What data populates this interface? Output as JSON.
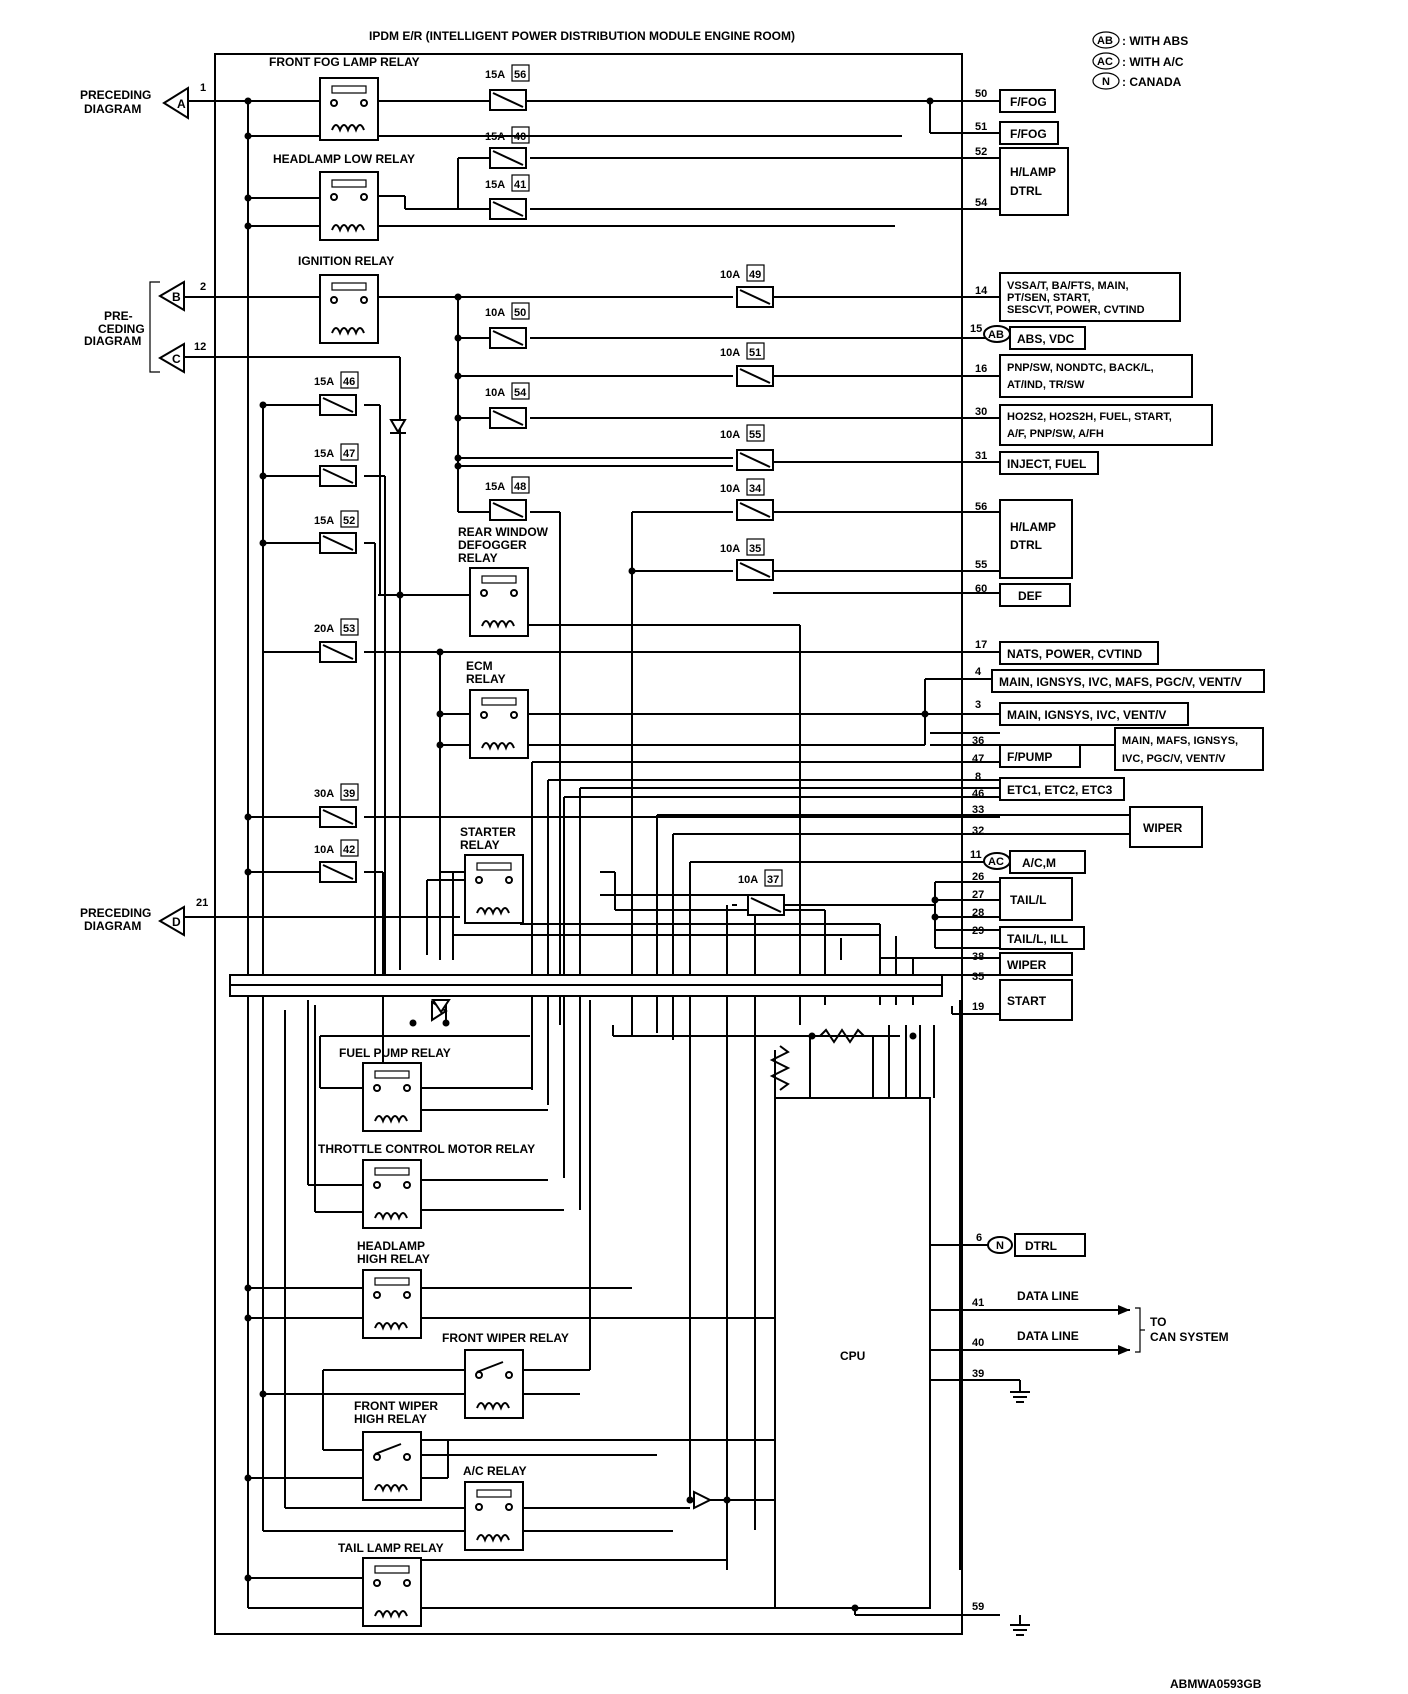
{
  "title": "IPDM E/R (INTELLIGENT POWER DISTRIBUTION MODULE ENGINE ROOM)",
  "legend": [
    {
      "code": "AB",
      "text": ": WITH ABS"
    },
    {
      "code": "AC",
      "text": ": WITH A/C"
    },
    {
      "code": "N",
      "text": ": CANADA"
    }
  ],
  "inputs": [
    {
      "label": "PRECEDING DIAGRAM",
      "line1": "PRECEDING",
      "line2": "DIAGRAM",
      "connector": "A",
      "pin": "1"
    },
    {
      "label": "PRE-CEDING DIAGRAM",
      "line1": "PRE-",
      "line2": "CEDING",
      "line3": "DIAGRAM",
      "connector_b": "B",
      "pin_b": "2",
      "connector_c": "C",
      "pin_c": "12"
    },
    {
      "label": "PRECEDING DIAGRAM",
      "line1": "PRECEDING",
      "line2": "DIAGRAM",
      "connector": "D",
      "pin": "21"
    }
  ],
  "relays": {
    "front_fog": "FRONT FOG LAMP RELAY",
    "headlamp_low": "HEADLAMP LOW RELAY",
    "ignition": "IGNITION RELAY",
    "rear_defogger": [
      "REAR WINDOW",
      "DEFOGGER",
      "RELAY"
    ],
    "ecm": [
      "ECM",
      "RELAY"
    ],
    "starter": [
      "STARTER",
      "RELAY"
    ],
    "fuel_pump": "FUEL PUMP RELAY",
    "throttle": "THROTTLE CONTROL MOTOR RELAY",
    "headlamp_high": [
      "HEADLAMP",
      "HIGH RELAY"
    ],
    "front_wiper": "FRONT WIPER RELAY",
    "front_wiper_high": [
      "FRONT WIPER",
      "HIGH RELAY"
    ],
    "ac": "A/C RELAY",
    "tail_lamp": "TAIL LAMP RELAY"
  },
  "fuses": [
    {
      "amp": "15A",
      "num": "56"
    },
    {
      "amp": "15A",
      "num": "40"
    },
    {
      "amp": "15A",
      "num": "41"
    },
    {
      "amp": "10A",
      "num": "49"
    },
    {
      "amp": "10A",
      "num": "50"
    },
    {
      "amp": "10A",
      "num": "51"
    },
    {
      "amp": "10A",
      "num": "54"
    },
    {
      "amp": "10A",
      "num": "55"
    },
    {
      "amp": "15A",
      "num": "48"
    },
    {
      "amp": "10A",
      "num": "34"
    },
    {
      "amp": "10A",
      "num": "35"
    },
    {
      "amp": "15A",
      "num": "46"
    },
    {
      "amp": "15A",
      "num": "47"
    },
    {
      "amp": "15A",
      "num": "52"
    },
    {
      "amp": "20A",
      "num": "53"
    },
    {
      "amp": "30A",
      "num": "39"
    },
    {
      "amp": "10A",
      "num": "42"
    },
    {
      "amp": "10A",
      "num": "37"
    }
  ],
  "outputs": {
    "p50": "50",
    "ffog1": "F/FOG",
    "p51": "51",
    "ffog2": "F/FOG",
    "p52": "52",
    "p54": "54",
    "hlamp1_a": "H/LAMP",
    "hlamp1_b": "DTRL",
    "p14": "14",
    "vssa_1": "VSSA/T, BA/FTS, MAIN,",
    "vssa_2": "PT/SEN, START,",
    "vssa_3": "SESCVT, POWER, CVTIND",
    "p15": "15",
    "abs_code": "AB",
    "abs": "ABS, VDC",
    "p16": "16",
    "pnp_1": "PNP/SW, NONDTC, BACK/L,",
    "pnp_2": "AT/IND, TR/SW",
    "p30": "30",
    "ho2_1": "HO2S2, HO2S2H, FUEL, START,",
    "ho2_2": "A/F, PNP/SW, A/FH",
    "p31": "31",
    "inject": "INJECT, FUEL",
    "p56": "56",
    "p55": "55",
    "hlamp2_a": "H/LAMP",
    "hlamp2_b": "DTRL",
    "p60": "60",
    "def": "DEF",
    "p17": "17",
    "nats": "NATS, POWER, CVTIND",
    "p4": "4",
    "main1": "MAIN, IGNSYS, IVC, MAFS, PGC/V, VENT/V",
    "p3": "3",
    "main2": "MAIN, IGNSYS, IVC, VENT/V",
    "p36": "36",
    "main3_a": "MAIN, MAFS, IGNSYS,",
    "main3_b": "IVC, PGC/V, VENT/V",
    "p47": "47",
    "fpump": "F/PUMP",
    "p8": "8",
    "p46": "46",
    "etc": "ETC1, ETC2, ETC3",
    "p33": "33",
    "p32": "32",
    "wiper1": "WIPER",
    "p11": "11",
    "ac_code": "AC",
    "acm": "A/C,M",
    "p26": "26",
    "p27": "27",
    "p28": "28",
    "tail1": "TAIL/L",
    "p29": "29",
    "tail2": "TAIL/L, ILL",
    "p38": "38",
    "wiper2": "WIPER",
    "p35": "35",
    "p19": "19",
    "start": "START",
    "p6": "6",
    "n_code": "N",
    "dtrl": "DTRL",
    "p41": "41",
    "data1": "DATA LINE",
    "p40": "40",
    "data2": "DATA LINE",
    "to_can_1": "TO",
    "to_can_2": "CAN SYSTEM",
    "p39": "39",
    "p59": "59"
  },
  "cpu": "CPU",
  "figure_id": "ABMWA0593GB"
}
